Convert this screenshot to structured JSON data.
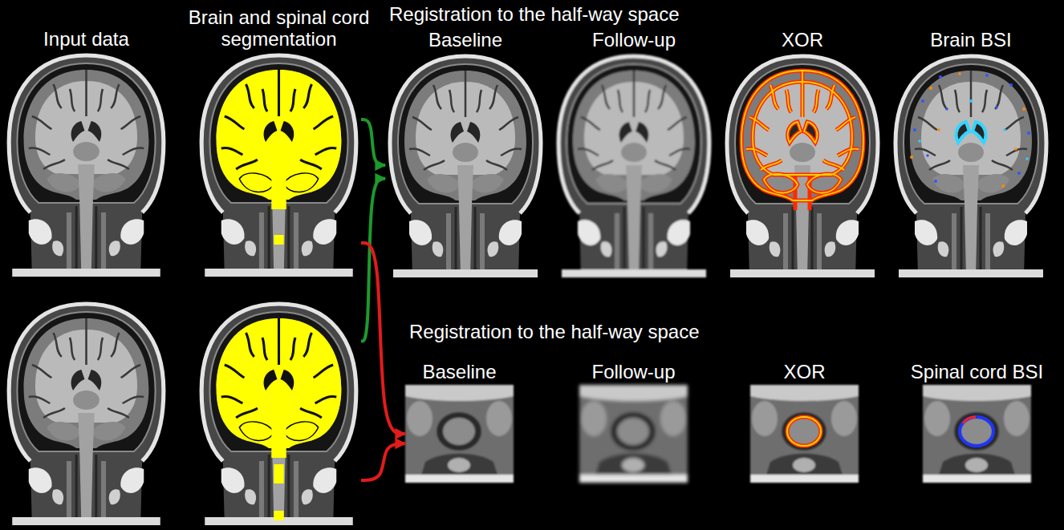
{
  "diagram": {
    "nodes": [
      {
        "text": [
          "Input data"
        ]
      },
      {
        "text": [
          "Brain and spinal cord segmentation"
        ]
      },
      {
        "text": [
          "Registration to the half-way space"
        ]
      },
      {
        "text": [
          "Baseline"
        ],
        "in": 2
      },
      {
        "text": [
          "Follow-up"
        ],
        "in": 2
      },
      {
        "text": [
          "XOR"
        ],
        "in": 2
      },
      {
        "text": [
          "Brain BSI"
        ],
        "in": 2
      },
      {
        "text": []
      },
      {
        "text": [
          "Registration to the half-way space"
        ]
      },
      {
        "text": [
          "Baseline"
        ],
        "in": 8
      },
      {
        "text": [
          "Follow-up"
        ],
        "in": 8
      },
      {
        "text": [
          "XOR"
        ],
        "in": 8
      },
      {
        "text": [
          "Spinal cord BSI"
        ],
        "in": 8
      }
    ],
    "edges": [
      {
        "from": 1,
        "to": 3,
        "arrow": "to"
      },
      {
        "from": 7,
        "to": 3,
        "arrow": "to"
      },
      {
        "from": 1,
        "to": 9,
        "arrow": "to"
      },
      {
        "from": 7,
        "to": 9,
        "arrow": "to"
      }
    ]
  }
}
